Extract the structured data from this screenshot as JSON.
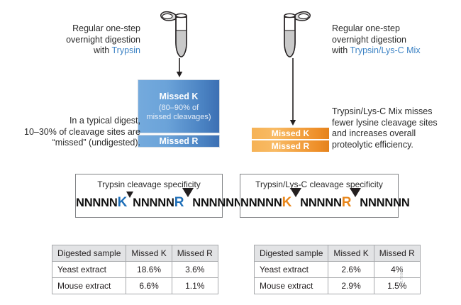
{
  "figure": {
    "watermark": "1178BMC"
  },
  "left_panel": {
    "caption_top": {
      "line1": "Regular one-step",
      "line2": "overnight digestion",
      "line3_prefix": "with ",
      "line3_highlight": "Trypsin"
    },
    "caption_bottom": {
      "line1": "In a typical digest,",
      "line2": "10–30% of cleavage sites are",
      "line3": "“missed” (undigested)."
    },
    "tube_label": "microcentrifuge-tube",
    "arrow_label": "down-arrow",
    "box": {
      "main_title": "Missed K",
      "main_sub_line1": "(80–90% of",
      "main_sub_line2": "missed cleavages)",
      "sub_title": "Missed R",
      "color_start": "#74aadd",
      "color_end": "#3c6fb3"
    },
    "specificity": {
      "title": "Trypsin cleavage specificity",
      "prefix": "NNNNN",
      "residue1": "K",
      "middle": "NNNNN",
      "residue2": "R",
      "suffix": "NNNNNN",
      "residue1_color": "#1f6fb8",
      "residue2_color": "#1f6fb8",
      "residue1_triangle": "small",
      "residue2_triangle": "large"
    },
    "table": {
      "headers": [
        "Digested sample",
        "Missed K",
        "Missed R"
      ],
      "rows": [
        [
          "Yeast extract",
          "18.6%",
          "3.6%"
        ],
        [
          "Mouse extract",
          "6.6%",
          "1.1%"
        ]
      ]
    }
  },
  "right_panel": {
    "caption_top": {
      "line1": "Regular one-step",
      "line2": "overnight digestion",
      "line3_prefix": "with ",
      "line3_highlight": "Trypsin/Lys-C Mix"
    },
    "caption_bottom": {
      "line1": "Trypsin/Lys-C Mix misses",
      "line2": "fewer lysine cleavage sites",
      "line3": "and increases overall",
      "line4": "proteolytic efficiency."
    },
    "tube_label": "microcentrifuge-tube",
    "arrow_label": "down-arrow",
    "bars": [
      {
        "label": "Missed K"
      },
      {
        "label": "Missed R"
      }
    ],
    "bar_color_start": "#f6b255",
    "bar_color_end": "#e4821c",
    "specificity": {
      "title": "Trypsin/Lys-C cleavage specificity",
      "prefix": "NNNNN",
      "residue1": "K",
      "middle": "NNNNN",
      "residue2": "R",
      "suffix": "NNNNNN",
      "residue1_color": "#e8861a",
      "residue2_color": "#e8861a",
      "residue1_triangle": "large",
      "residue2_triangle": "large"
    },
    "table": {
      "headers": [
        "Digested sample",
        "Missed K",
        "Missed R"
      ],
      "rows": [
        [
          "Yeast extract",
          "2.6%",
          "4%"
        ],
        [
          "Mouse extract",
          "2.9%",
          "1.5%"
        ]
      ]
    }
  }
}
